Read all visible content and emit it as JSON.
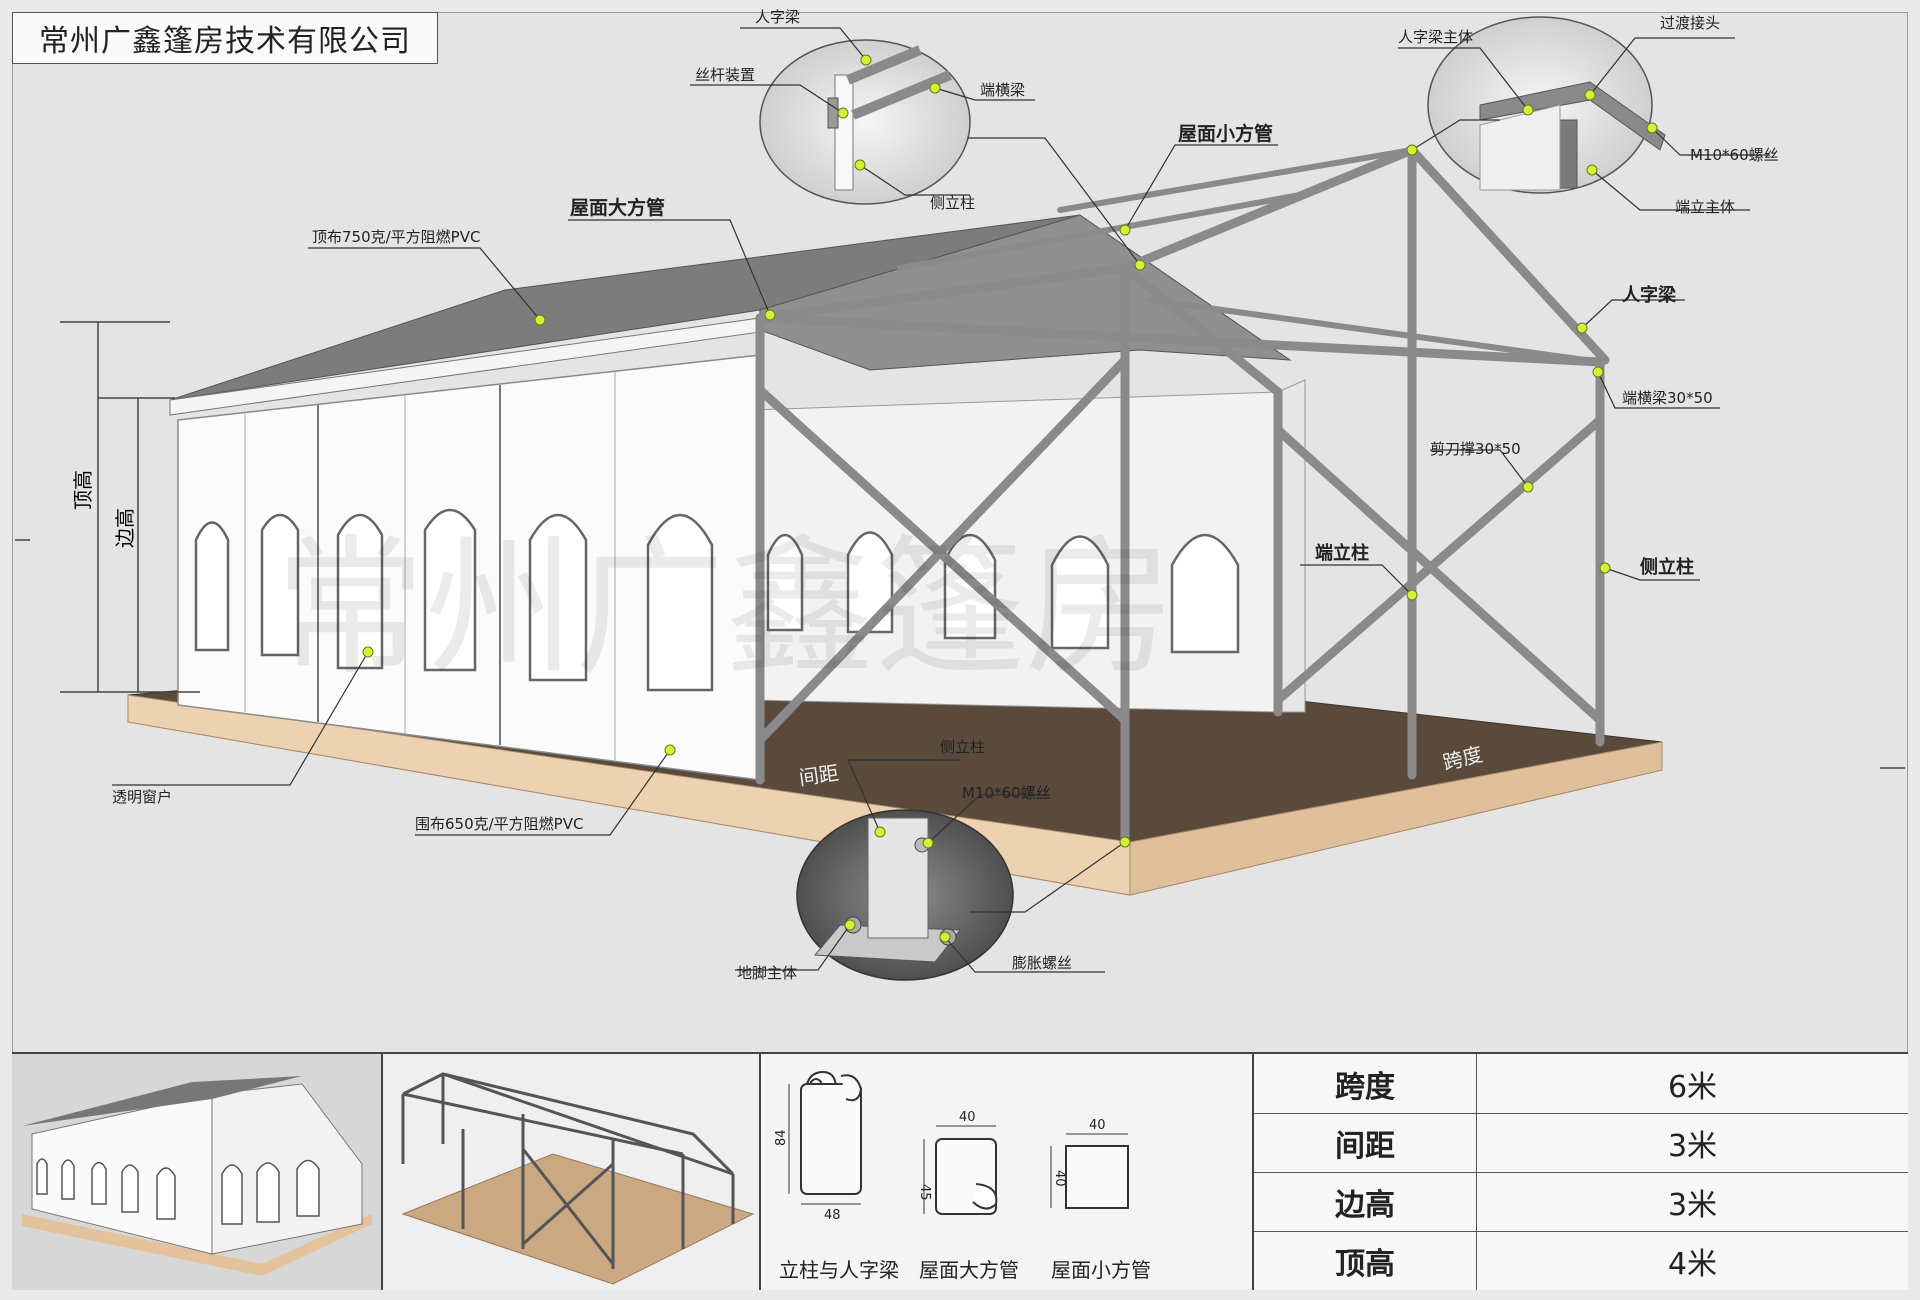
{
  "company_name": "常州广鑫篷房技术有限公司",
  "watermark": "常州广鑫篷房",
  "callouts": {
    "roof_cover": "顶布750克/平方阻燃PVC",
    "roof_big_tube": "屋面大方管",
    "roof_small_tube": "屋面小方管",
    "a_beam_top": "人字梁",
    "screw_device": "丝杆装置",
    "end_cross_beam_top": "端横梁",
    "side_column_top": "侧立柱",
    "a_beam_body": "人字梁主体",
    "transition_joint": "过渡接头",
    "m10_bolt_top": "M10*60螺丝",
    "end_column_body": "端立主体",
    "a_beam_right": "人字梁",
    "end_cross_beam_right": "端横梁30*50",
    "scissor_brace": "剪刀撑30*50",
    "end_column": "端立柱",
    "side_column_right": "侧立柱",
    "transparent_window": "透明窗户",
    "wall_cover": "围布650克/平方阻燃PVC",
    "side_column_bottom": "侧立柱",
    "m10_bolt_bottom": "M10*60螺丝",
    "foot_body": "地脚主体",
    "expansion_bolt": "膨胀螺丝",
    "spacing": "间距",
    "span": "跨度",
    "top_height": "顶高",
    "side_height": "边高"
  },
  "profiles": {
    "column_profile": {
      "label": "立柱与人字梁",
      "height": "84",
      "width": "48"
    },
    "big_tube": {
      "label": "屋面大方管",
      "width": "40",
      "height": "45"
    },
    "small_tube": {
      "label": "屋面小方管",
      "width": "40",
      "height": "40"
    }
  },
  "specs": [
    {
      "label": "跨度",
      "value": "6米"
    },
    {
      "label": "间距",
      "value": "3米"
    },
    {
      "label": "边高",
      "value": "3米"
    },
    {
      "label": "顶高",
      "value": "4米"
    }
  ],
  "colors": {
    "frame": "#8a8a8a",
    "roof": "#7c7c7c",
    "floor": "#5a4a3c",
    "base": "#e4c7a4",
    "accent": "#d6f03a"
  }
}
